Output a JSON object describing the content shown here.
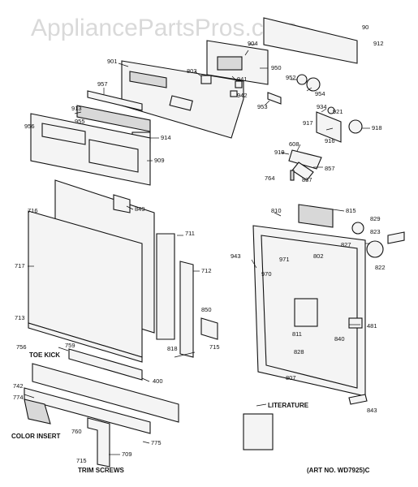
{
  "watermark": "AppliancePartsPros.com",
  "art_number": "(ART NO. WD7925)C",
  "captions": {
    "toe_kick": "TOE KICK",
    "color_insert": "COLOR INSERT",
    "trim_screws": "TRIM SCREWS",
    "literature": "LITERATURE"
  },
  "part_labels": [
    "90",
    "912",
    "904",
    "950",
    "901",
    "803",
    "941",
    "942",
    "952",
    "954",
    "953",
    "957",
    "913",
    "955",
    "956",
    "914",
    "909",
    "934",
    "921",
    "917",
    "918",
    "608",
    "916",
    "919",
    "857",
    "764",
    "837",
    "716",
    "849",
    "711",
    "717",
    "713",
    "712",
    "850",
    "818",
    "715",
    "759",
    "756",
    "400",
    "742",
    "774",
    "760",
    "709",
    "775",
    "715",
    "810",
    "815",
    "829",
    "823",
    "827",
    "822",
    "943",
    "971",
    "802",
    "970",
    "481",
    "811",
    "840",
    "828",
    "807",
    "843"
  ]
}
